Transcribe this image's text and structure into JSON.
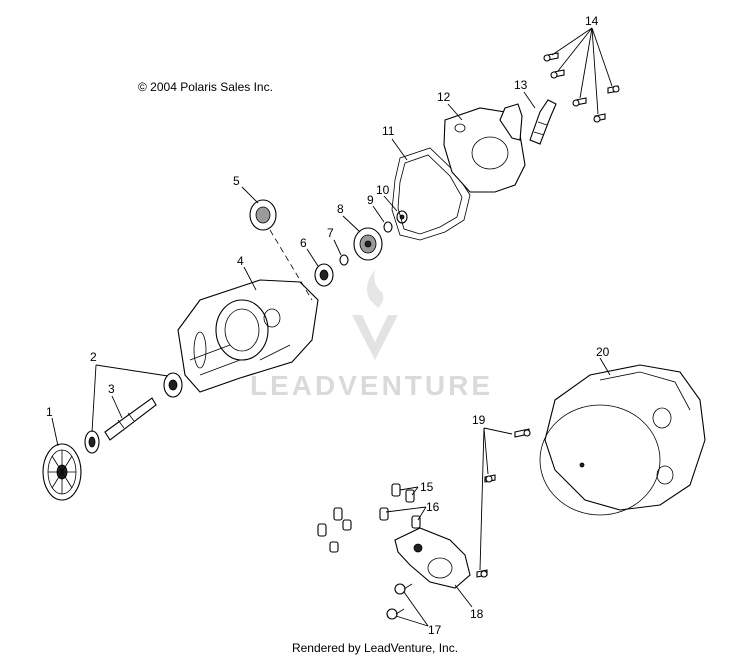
{
  "copyright": "© 2004 Polaris Sales Inc.",
  "rendered_by": "Rendered by LeadVenture, Inc.",
  "watermark": "LEADVENTURE",
  "callouts": [
    "1",
    "2",
    "3",
    "4",
    "5",
    "6",
    "7",
    "8",
    "9",
    "10",
    "11",
    "12",
    "13",
    "14",
    "15",
    "16",
    "17",
    "18",
    "19",
    "20"
  ]
}
